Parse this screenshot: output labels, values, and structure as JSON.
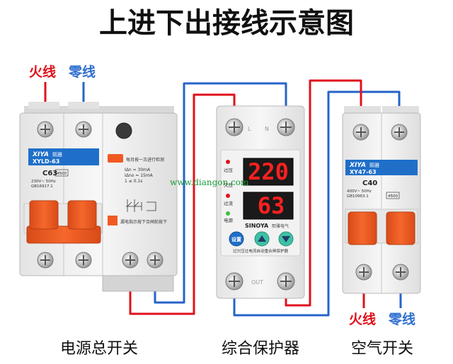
{
  "title": "上进下出接线示意图",
  "labels": {
    "input_live": "火线",
    "input_neutral": "零线",
    "output_live": "火线",
    "output_neutral": "零线"
  },
  "captions": {
    "main_switch": "电源总开关",
    "protector": "综合保护器",
    "air_switch": "空气开关"
  },
  "watermark": "www.diangon.com",
  "main_breaker": {
    "brand": "XIYA",
    "brand_cn": "熙雅",
    "model": "XYLD-63",
    "rating": "C63",
    "rating_code": "4500",
    "spec_line1": "230V~ 50Hz",
    "spec_line2": "GB16917.1",
    "test_note": "每月按一次进行检测",
    "current_line1": "IΔn = 30mA",
    "current_line2": "IΔno = 15mA",
    "time_line": "1 ≤ 0.1s",
    "reset_note": "漏电指示按下合闸前按下"
  },
  "protector": {
    "terminal_top_left": "L",
    "terminal_top_right": "N",
    "terminal_bottom": "OUT",
    "indicator_overvoltage": "过压",
    "indicator_undervoltage": "欠压",
    "indicator_overcurrent": "过流",
    "indicator_power": "电源",
    "display_voltage": "220",
    "display_current": "63",
    "brand": "SINOYA",
    "brand_cn": "熙雅电气",
    "set_button": "设置",
    "footer": "过欠压过电流自动重合闸保护器"
  },
  "air_breaker": {
    "brand": "XIYA",
    "brand_cn": "熙雅",
    "model": "XY47-63",
    "rating": "C40",
    "spec_line1": "400V~ 50Hz",
    "spec_line2": "GB10963.1",
    "rating_code": "4500"
  },
  "colors": {
    "live_wire": "#e0121b",
    "neutral_wire": "#2563c9",
    "live_label": "#e0121b",
    "neutral_label": "#2f6fd0",
    "handle": "#f05a22",
    "blue_label": "#1f6fc9",
    "display_red": "#ff2020"
  }
}
